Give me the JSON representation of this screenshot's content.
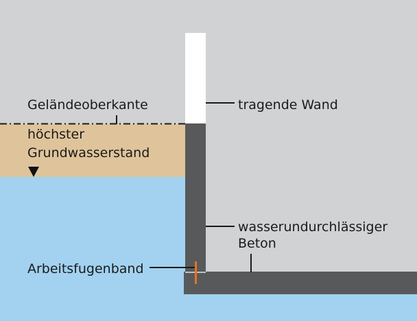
{
  "labels": {
    "terrain_top": "Geländeoberkante",
    "groundwater_line1": "höchster",
    "groundwater_line2": "Grundwasserstand",
    "load_bearing_wall": "tragende Wand",
    "waterproof_concrete_line1": "wasserundurchlässiger",
    "waterproof_concrete_line2": "Beton",
    "joint_tape": "Arbeitsfugenband"
  },
  "colors": {
    "background": "#d1d2d4",
    "soil": "#dfc49b",
    "groundwater": "#a2d2f0",
    "concrete": "#58595b",
    "wall_above_ground": "#ffffff",
    "joint_tape": "#e8731e",
    "leader_lines": "#1a1a1a"
  },
  "icons": {
    "water_level_marker": "triangle-down-icon"
  }
}
